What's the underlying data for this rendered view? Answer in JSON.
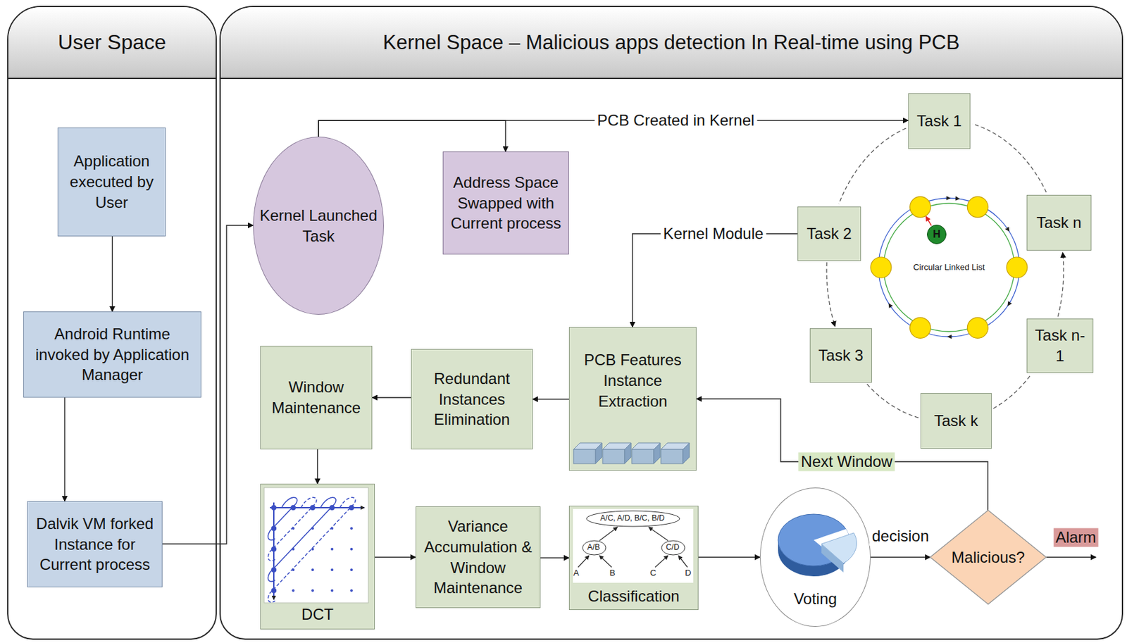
{
  "diagram": {
    "nodes": [
      {
        "text": [
          "User Space"
        ]
      },
      {
        "text": [
          "Kernel Space – Malicious apps detection In Real-time using PCB"
        ]
      },
      {
        "text": [
          "Application executed by User"
        ],
        "in": 0
      },
      {
        "text": [
          "Android Runtime invoked by Application Manager"
        ],
        "in": 0
      },
      {
        "text": [
          "Dalvik VM forked Instance for Current process"
        ],
        "in": 0
      },
      {
        "text": [
          "Kernel Launched Task"
        ],
        "in": 1
      },
      {
        "text": [
          "Address Space Swapped with Current process"
        ],
        "in": 1
      },
      {
        "text": [
          "Task 1"
        ],
        "in": 1
      },
      {
        "text": [
          "Task 2"
        ],
        "in": 1
      },
      {
        "text": [
          "Task 3"
        ],
        "in": 1
      },
      {
        "text": [
          "Task k"
        ],
        "in": 1
      },
      {
        "text": [
          "Task n- 1"
        ],
        "in": 1
      },
      {
        "text": [
          "Task n"
        ],
        "in": 1
      },
      {
        "text": [
          "PCB Features Instance Extraction"
        ],
        "in": 1
      },
      {
        "text": [
          "Redundant Instances Elimination"
        ],
        "in": 1
      },
      {
        "text": [
          "Window Maintenance"
        ],
        "in": 1
      },
      {
        "text": [
          "DCT"
        ],
        "in": 1
      },
      {
        "text": [
          "Variance Accumulation & Window Maintenance"
        ],
        "in": 1
      },
      {
        "text": [
          "Classification"
        ],
        "in": 1
      },
      {
        "text": [
          "Voting"
        ],
        "in": 1
      },
      {
        "text": [
          "Malicious?"
        ],
        "in": 1
      },
      {
        "text": [
          "H"
        ],
        "in": 1
      }
    ],
    "edges": [
      {
        "from": 2,
        "to": 3,
        "arrow": "to"
      },
      {
        "from": 3,
        "to": 4,
        "arrow": "to"
      },
      {
        "from": 4,
        "to": 5,
        "arrow": "to"
      },
      {
        "from": 5,
        "to": 6,
        "arrow": "to"
      },
      {
        "from": 5,
        "to": 7,
        "label": "PCB Created in Kernel",
        "arrow": "to"
      },
      {
        "from": 8,
        "to": 13,
        "label": "Kernel Module",
        "arrow": "to"
      },
      {
        "from": 13,
        "to": 14,
        "arrow": "to"
      },
      {
        "from": 14,
        "to": 15,
        "arrow": "to"
      },
      {
        "from": 15,
        "to": 16,
        "arrow": "to"
      },
      {
        "from": 16,
        "to": 17,
        "arrow": "to"
      },
      {
        "from": 17,
        "to": 18,
        "arrow": "to"
      },
      {
        "from": 18,
        "to": 19,
        "arrow": "to"
      },
      {
        "from": 19,
        "to": 20,
        "label": "decision",
        "arrow": "to"
      },
      {
        "from": 20,
        "to": 13,
        "label": "Next Window",
        "arrow": "to"
      },
      {
        "from": 7,
        "to": 8,
        "arrow": "none"
      },
      {
        "from": 8,
        "to": 9,
        "arrow": "to"
      },
      {
        "from": 9,
        "to": 10,
        "arrow": "none"
      },
      {
        "from": 10,
        "to": 11,
        "arrow": "none"
      },
      {
        "from": 11,
        "to": 12,
        "arrow": "to"
      },
      {
        "from": 12,
        "to": 7,
        "arrow": "none"
      }
    ],
    "labels": [
      "Circular Linked List",
      "A/C, A/D, B/C, B/D",
      "A/B",
      "C/D",
      "A",
      "B",
      "C",
      "D",
      "Alarm"
    ]
  }
}
